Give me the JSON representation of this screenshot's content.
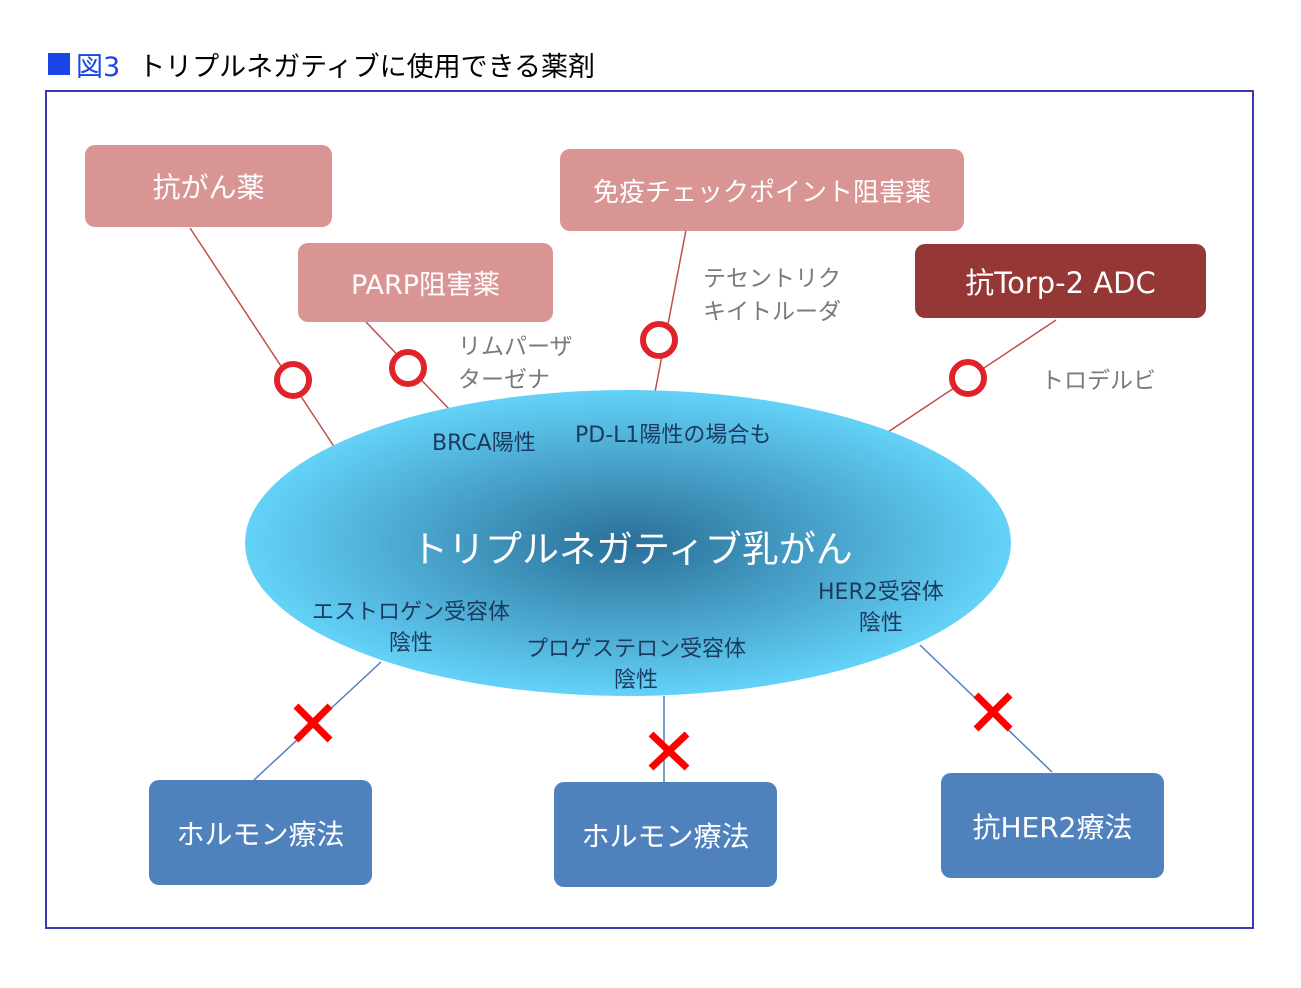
{
  "title": {
    "label": "図3",
    "text": "トリプルネガティブに使用できる薬剤"
  },
  "colors": {
    "title_square": "#1a46e6",
    "title_label": "#1a46e6",
    "frame": "#3a3ab8",
    "pink_box": "#d99594",
    "dark_red_box": "#953735",
    "blue_box": "#4f81bd",
    "oval_light": "#64d2f8",
    "oval_dark": "#2a6f98",
    "connector_red": "#c0504d",
    "connector_blue": "#4f81bd",
    "circle_mark": "#e0232a",
    "cross_mark": "#ff0000"
  },
  "center": {
    "label": "トリプルネガティブ乳がん"
  },
  "drug_boxes": {
    "anticancer": "抗がん薬",
    "parp": "PARP阻害薬",
    "checkpoint": "免疫チェックポイント阻害薬",
    "trop2": "抗Torp-2 ADC"
  },
  "drug_names": {
    "parp_line1": "リムパーザ",
    "parp_line2": "ターゼナ",
    "checkpoint_line1": "テセントリク",
    "checkpoint_line2": "キイトルーダ",
    "trop2": "トロデルビ"
  },
  "conditions": {
    "brca": "BRCA陽性",
    "pdl1": "PD-L1陽性の場合も",
    "er_line1": "エストロゲン受容体",
    "er_line2": "陰性",
    "pr_line1": "プロゲステロン受容体",
    "pr_line2": "陰性",
    "her2_line1": "HER2受容体",
    "her2_line2": "陰性"
  },
  "therapy_boxes": {
    "hormone_left": "ホルモン療法",
    "hormone_middle": "ホルモン療法",
    "anti_her2": "抗HER2療法"
  },
  "marks": {
    "usable": "circle",
    "not_usable": "cross"
  }
}
